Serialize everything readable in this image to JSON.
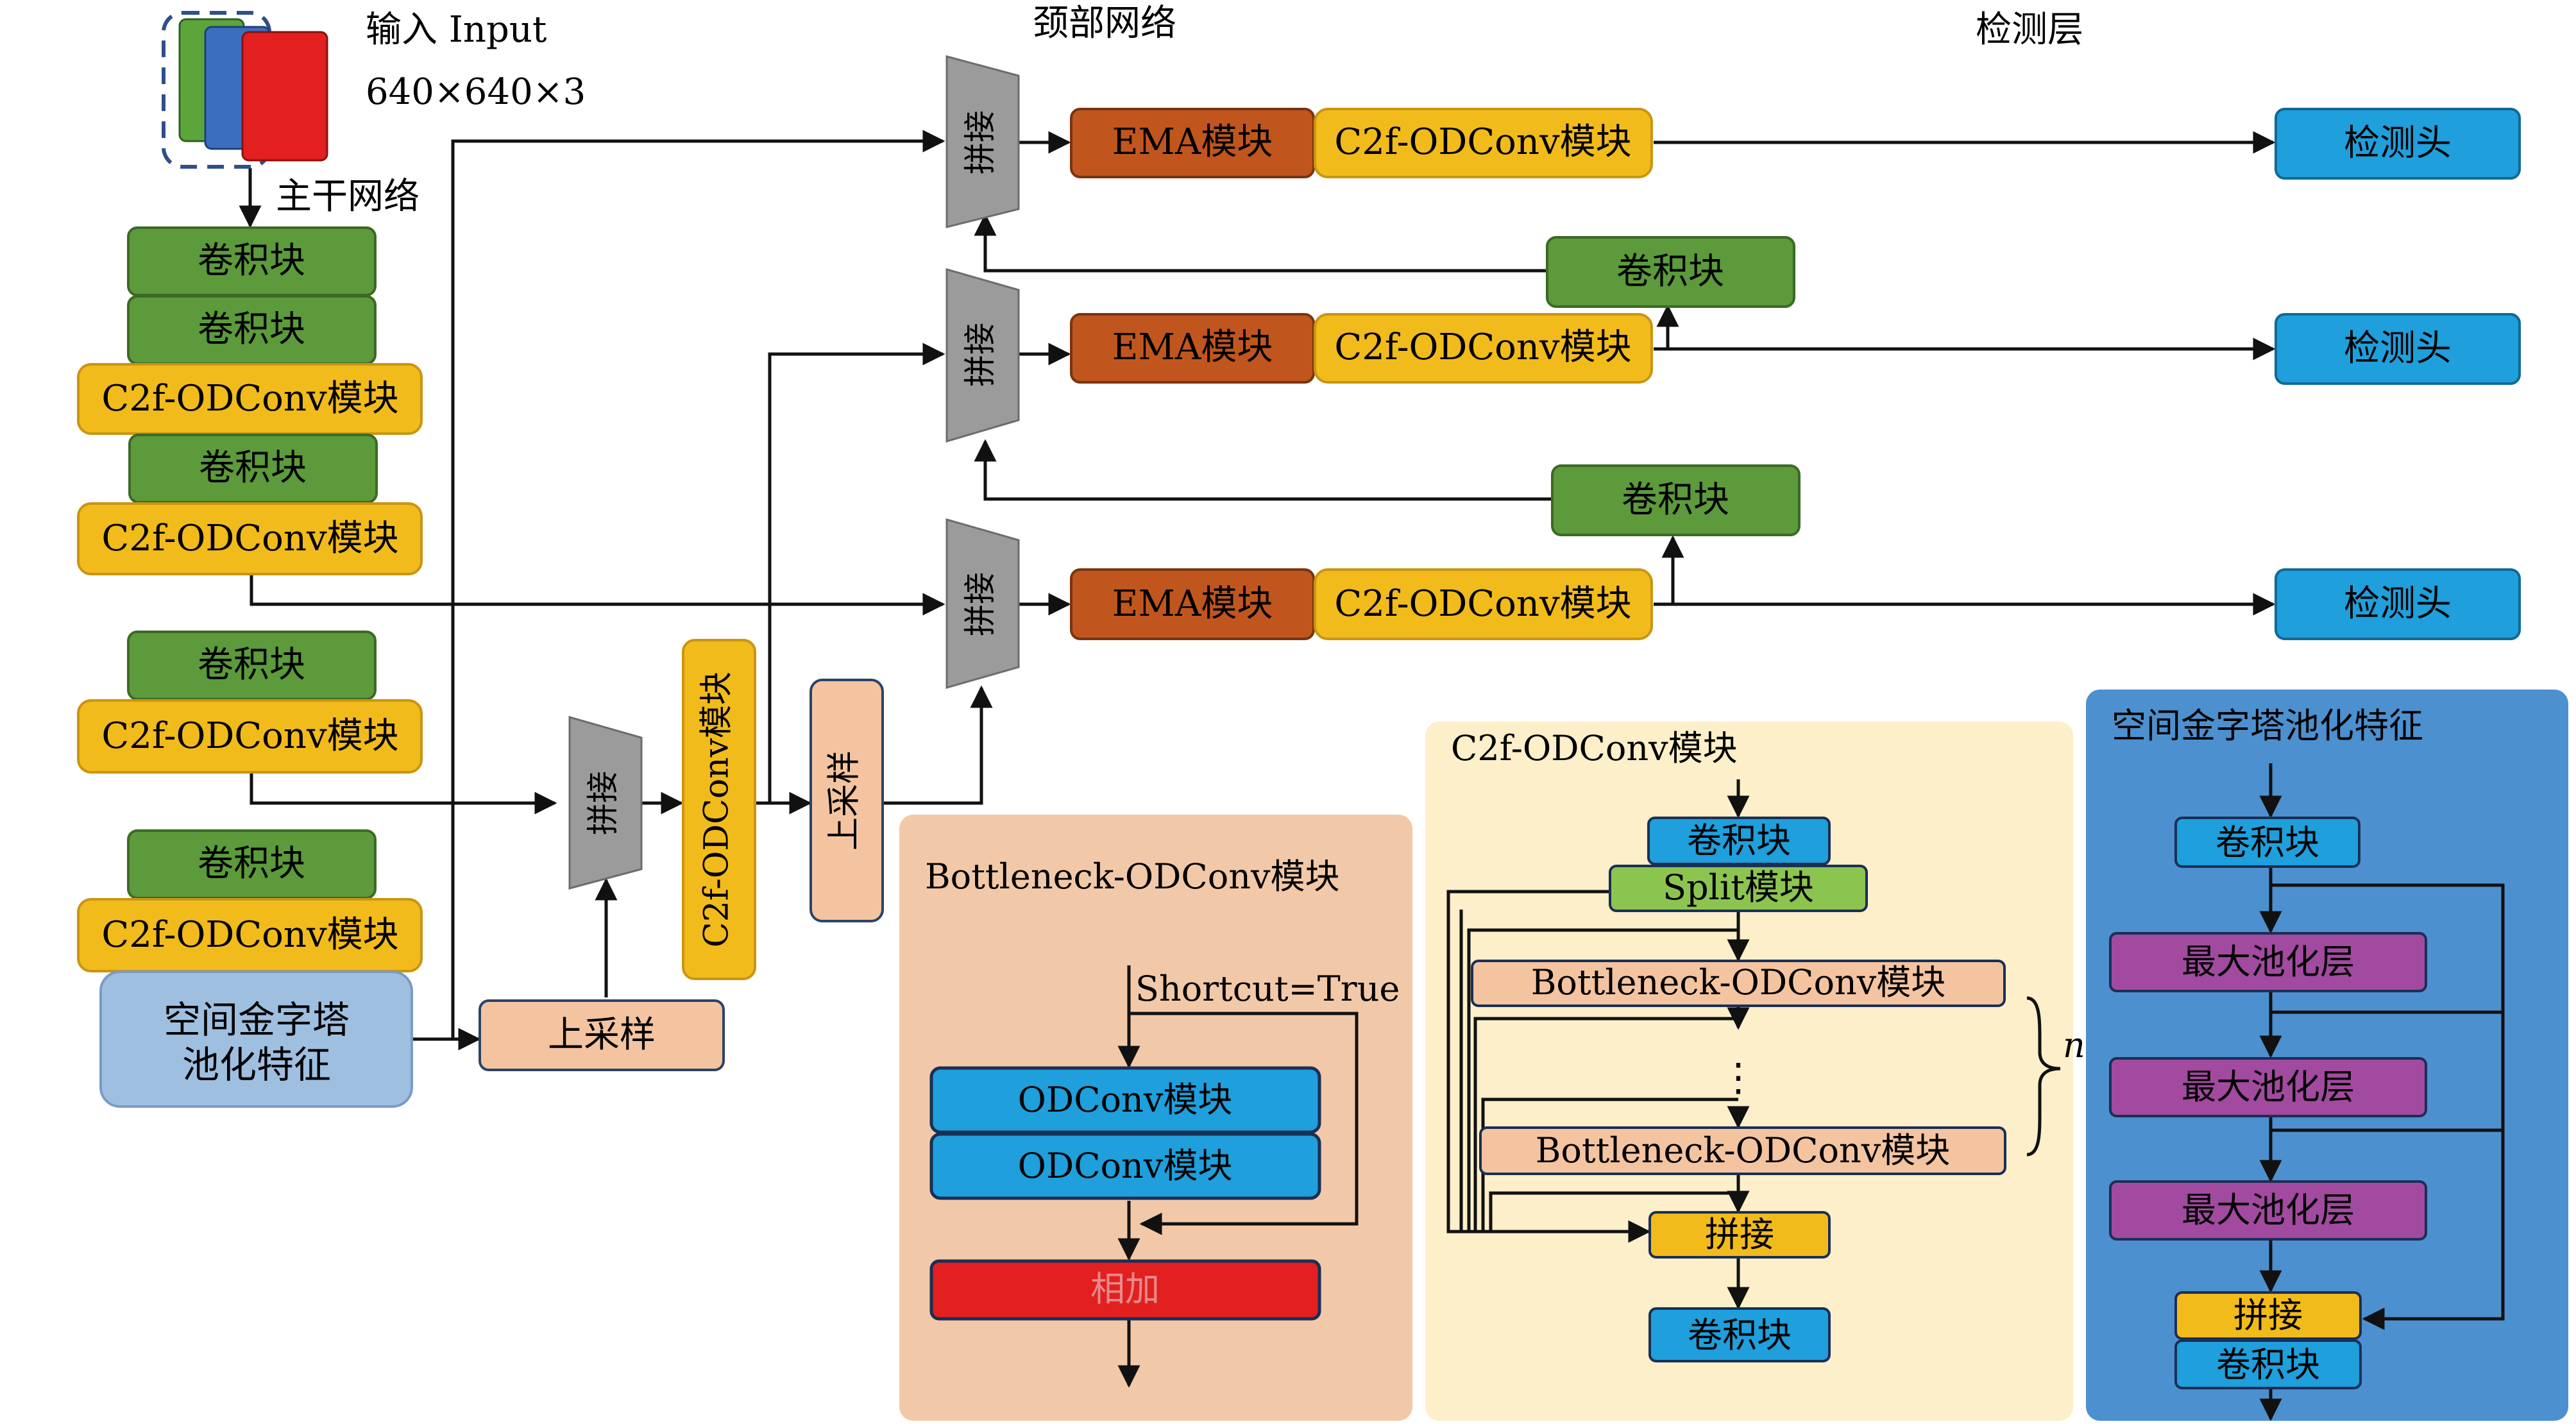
{
  "colors": {
    "green": "#5c9a3c",
    "yellow": "#f2bb1c",
    "orange": "#c0561e",
    "blue": "#1f9fdb",
    "peach": "#f4c4a1",
    "red": "#e2201f",
    "purple": "#a24aa0",
    "light_green": "#8cc450",
    "gray": "#9b9b9b",
    "spp_box": "#9fbfe0",
    "panel_bottleneck": "#f2c9a8",
    "panel_c2f": "#fcefc9",
    "panel_spp": "#4d90cf"
  },
  "labels": {
    "input": "输入  Input",
    "input_size": "640×640×3",
    "backbone": "主干网络",
    "neck": "颈部网络",
    "detect_layer": "检测层",
    "conv": "卷积块",
    "c2f": "C2f-ODConv模块",
    "spp_line1": "空间金字塔",
    "spp_line2": "池化特征",
    "upsample": "上采样",
    "concat": "拼接",
    "ema": "EMA模块",
    "head": "检测头"
  },
  "bottleneck_panel": {
    "title": "Bottleneck-ODConv模块",
    "shortcut": "Shortcut=True",
    "odconv": "ODConv模块",
    "add": "相加"
  },
  "c2f_panel": {
    "title": "C2f-ODConv模块",
    "conv": "卷积块",
    "split": "Split模块",
    "bottleneck": "Bottleneck-ODConv模块",
    "dots": "⋮",
    "n": "n",
    "concat": "拼接"
  },
  "spp_panel": {
    "title": "空间金字塔池化特征",
    "conv": "卷积块",
    "maxpool": "最大池化层",
    "concat": "拼接"
  }
}
